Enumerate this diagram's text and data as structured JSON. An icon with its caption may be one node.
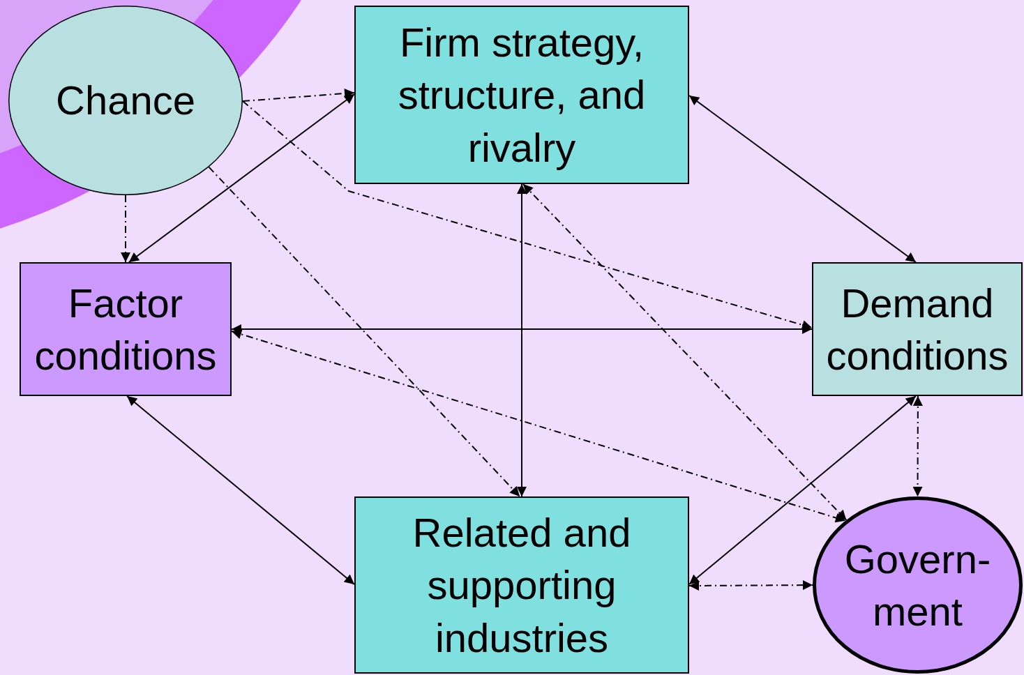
{
  "diagram": {
    "nodes": [
      {
        "text": [
          "Chance"
        ]
      },
      {
        "text": [
          "Firm strategy, structure, and rivalry"
        ]
      },
      {
        "text": [
          "Factor conditions"
        ]
      },
      {
        "text": [
          "Demand conditions"
        ]
      },
      {
        "text": [
          "Related and supporting industries"
        ]
      },
      {
        "text": [
          "Govern- ment"
        ]
      }
    ],
    "edges": [
      {
        "from": 0,
        "to": 1,
        "arrow": "to",
        "style": "dashed"
      },
      {
        "from": 0,
        "to": 3,
        "arrow": "to",
        "style": "dashed"
      },
      {
        "from": 0,
        "to": 2,
        "arrow": "to",
        "style": "dashed"
      },
      {
        "from": 0,
        "to": 4,
        "arrow": "to",
        "style": "dashed"
      },
      {
        "from": 1,
        "to": 2,
        "arrow": "both"
      },
      {
        "from": 1,
        "to": 3,
        "arrow": "both"
      },
      {
        "from": 1,
        "to": 4,
        "arrow": "both"
      },
      {
        "from": 2,
        "to": 3,
        "arrow": "both"
      },
      {
        "from": 2,
        "to": 4,
        "arrow": "both"
      },
      {
        "from": 3,
        "to": 4,
        "arrow": "both"
      },
      {
        "from": 2,
        "to": 5,
        "arrow": "both",
        "style": "dashed"
      },
      {
        "from": 1,
        "to": 5,
        "arrow": "both",
        "style": "dashed"
      },
      {
        "from": 3,
        "to": 5,
        "arrow": "both",
        "style": "dashed"
      },
      {
        "from": 4,
        "to": 5,
        "arrow": "both",
        "style": "dashed"
      }
    ]
  }
}
